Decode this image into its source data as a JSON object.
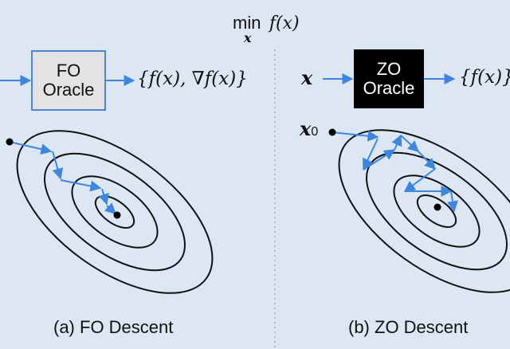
{
  "title": {
    "min": "min",
    "sub": "x",
    "func": "f(x)"
  },
  "left": {
    "oracle_line1": "FO",
    "oracle_line2": "Oracle",
    "output": "{f(x), ∇f(x)}",
    "caption": "(a) FO Descent"
  },
  "right": {
    "input": "x",
    "oracle_line1": "ZO",
    "oracle_line2": "Oracle",
    "output": "{f(x)}",
    "start_label": "x",
    "start_sub": "0",
    "caption": "(b) ZO Descent"
  },
  "colors": {
    "background": "#dde6f3",
    "arrow": "#3f86dd",
    "fo_box": "#e3e3e3",
    "zo_box": "#000000",
    "contour": "#111111"
  }
}
